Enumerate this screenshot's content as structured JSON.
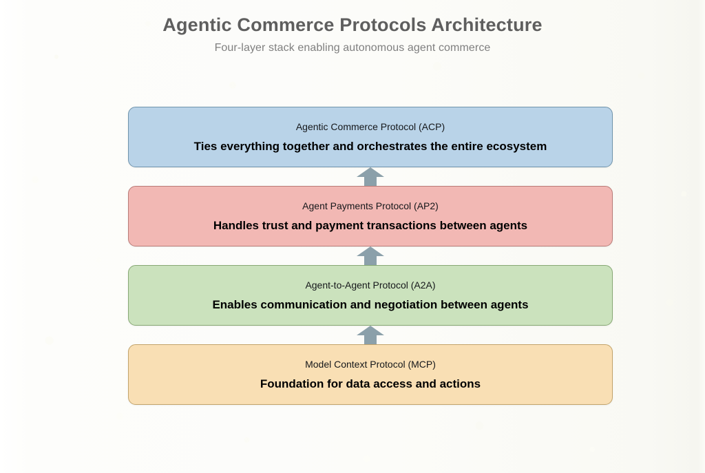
{
  "header": {
    "title": "Agentic Commerce Protocols Architecture",
    "subtitle": "Four-layer stack enabling autonomous agent commerce"
  },
  "diagram": {
    "type": "layered-stack",
    "orientation": "vertical",
    "flow_direction": "bottom-to-top",
    "connector_icon": "arrow-up-icon",
    "connector_color": "#8ba0aa",
    "background_color": "#fcfcfa",
    "layers": [
      {
        "index": 1,
        "position": "top",
        "name": "Agentic Commerce Protocol (ACP)",
        "abbr": "ACP",
        "description": "Ties everything together and orchestrates the entire ecosystem",
        "fill_color": "#b9d3e8",
        "border_color": "#6f93ab"
      },
      {
        "index": 2,
        "position": "second",
        "name": "Agent Payments Protocol (AP2)",
        "abbr": "AP2",
        "description": "Handles trust and payment transactions between agents",
        "fill_color": "#f2b8b4",
        "border_color": "#b97b77"
      },
      {
        "index": 3,
        "position": "third",
        "name": "Agent-to-Agent Protocol (A2A)",
        "abbr": "A2A",
        "description": "Enables communication and negotiation between agents",
        "fill_color": "#cbe2bd",
        "border_color": "#87a874"
      },
      {
        "index": 4,
        "position": "bottom",
        "name": "Model Context Protocol (MCP)",
        "abbr": "MCP",
        "description": "Foundation for data access and actions",
        "fill_color": "#f9dfb4",
        "border_color": "#c2a36a"
      }
    ]
  }
}
